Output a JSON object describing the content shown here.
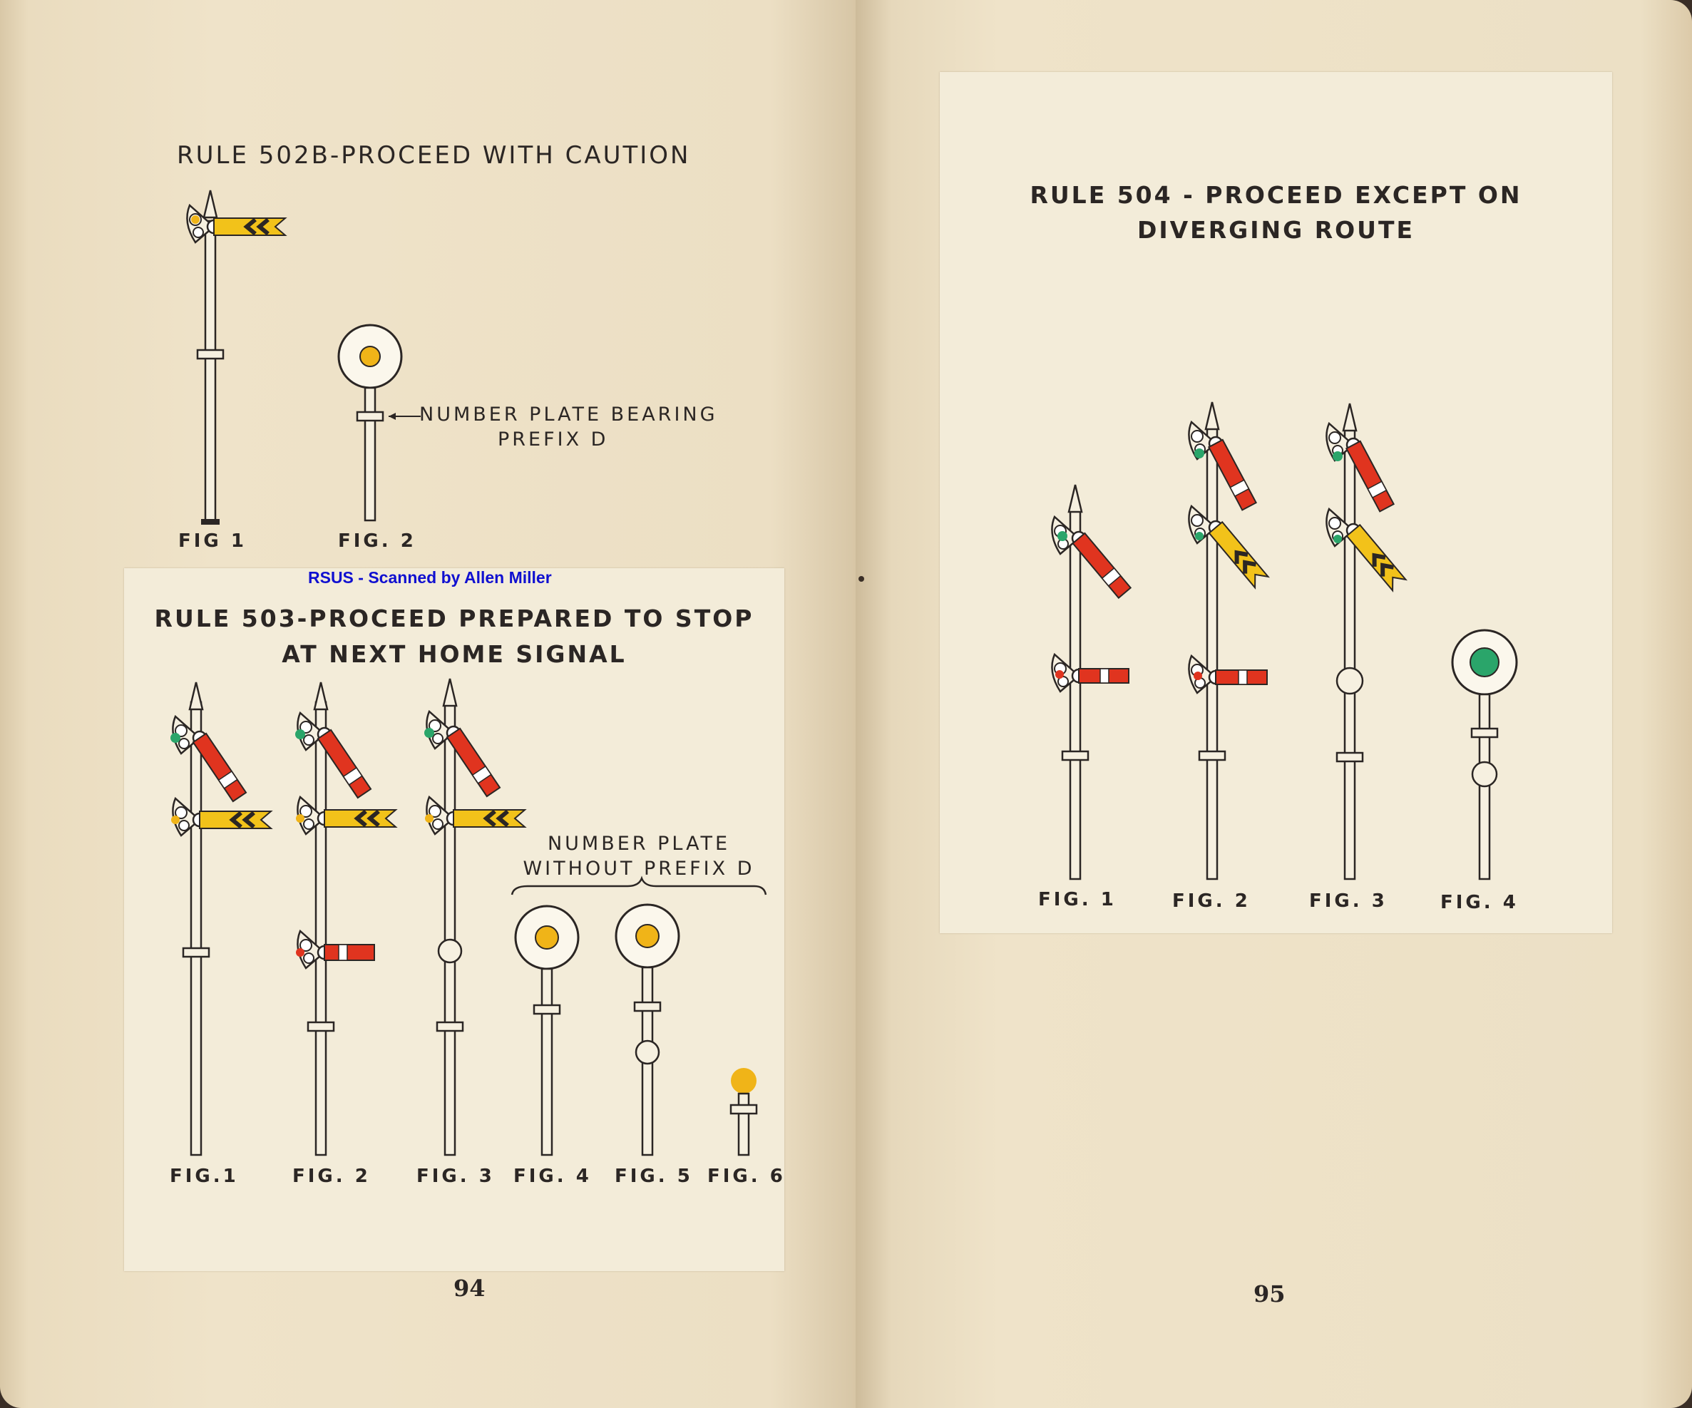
{
  "left_page": {
    "rule_502b": {
      "title": "RULE 502B-PROCEED WITH CAUTION",
      "figures": [
        "FIG 1",
        "FIG. 2"
      ],
      "note_line1": "NUMBER PLATE BEARING",
      "note_line2": "PREFIX D"
    },
    "scanner_credit": "RSUS - Scanned by Allen Miller",
    "rule_503": {
      "title_line1": "RULE 503-PROCEED PREPARED TO STOP",
      "title_line2": "AT NEXT HOME SIGNAL",
      "note_line1": "NUMBER PLATE",
      "note_line2": "WITHOUT PREFIX D",
      "figures": [
        "FIG.1",
        "FIG. 2",
        "FIG. 3",
        "FIG. 4",
        "FIG. 5",
        "FIG. 6"
      ]
    },
    "page_number": "94"
  },
  "right_page": {
    "rule_504": {
      "title_line1": "RULE 504 - PROCEED EXCEPT ON",
      "title_line2": "DIVERGING ROUTE",
      "figures": [
        "FIG. 1",
        "FIG. 2",
        "FIG. 3",
        "FIG. 4"
      ]
    },
    "page_number": "95"
  },
  "colors": {
    "paper": "#eee1c6",
    "plate": "#f3ecd9",
    "ink": "#2b2624",
    "red_blade": "#e0341f",
    "yellow_blade": "#f2c21a",
    "green_lamp": "#2aa56a",
    "yellow_lamp": "#f0b418",
    "credit_blue": "#1010d0"
  }
}
